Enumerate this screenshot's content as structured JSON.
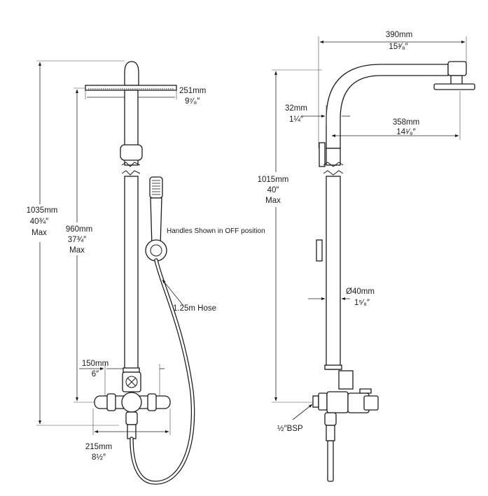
{
  "front_view": {
    "head_diameter": {
      "mm": "251mm",
      "inch": "9⁷⁄₈″"
    },
    "overall_height": {
      "mm": "1035mm",
      "inch": "40¾″",
      "note": "Max"
    },
    "rail_height": {
      "mm": "960mm",
      "inch": "37¾″",
      "note": "Max"
    },
    "handles_note": "Handles Shown in OFF position",
    "hose": "1.25m Hose",
    "inlet_centres": {
      "mm": "150mm",
      "inch": "6″"
    },
    "mixer_width": {
      "mm": "215mm",
      "inch": "8½″"
    }
  },
  "side_view": {
    "arm_reach": {
      "mm": "390mm",
      "inch": "15³⁄₈″"
    },
    "arm_projection": {
      "mm": "358mm",
      "inch": "14¹⁄₈″"
    },
    "wall_offset": {
      "mm": "32mm",
      "inch": "1¼″"
    },
    "riser_height": {
      "mm": "1015mm",
      "inch": "40″",
      "note": "Max"
    },
    "pipe_diameter": {
      "mm": "Ø40mm",
      "inch": "1⁵⁄₈″"
    },
    "inlet_thread": "½″BSP"
  }
}
